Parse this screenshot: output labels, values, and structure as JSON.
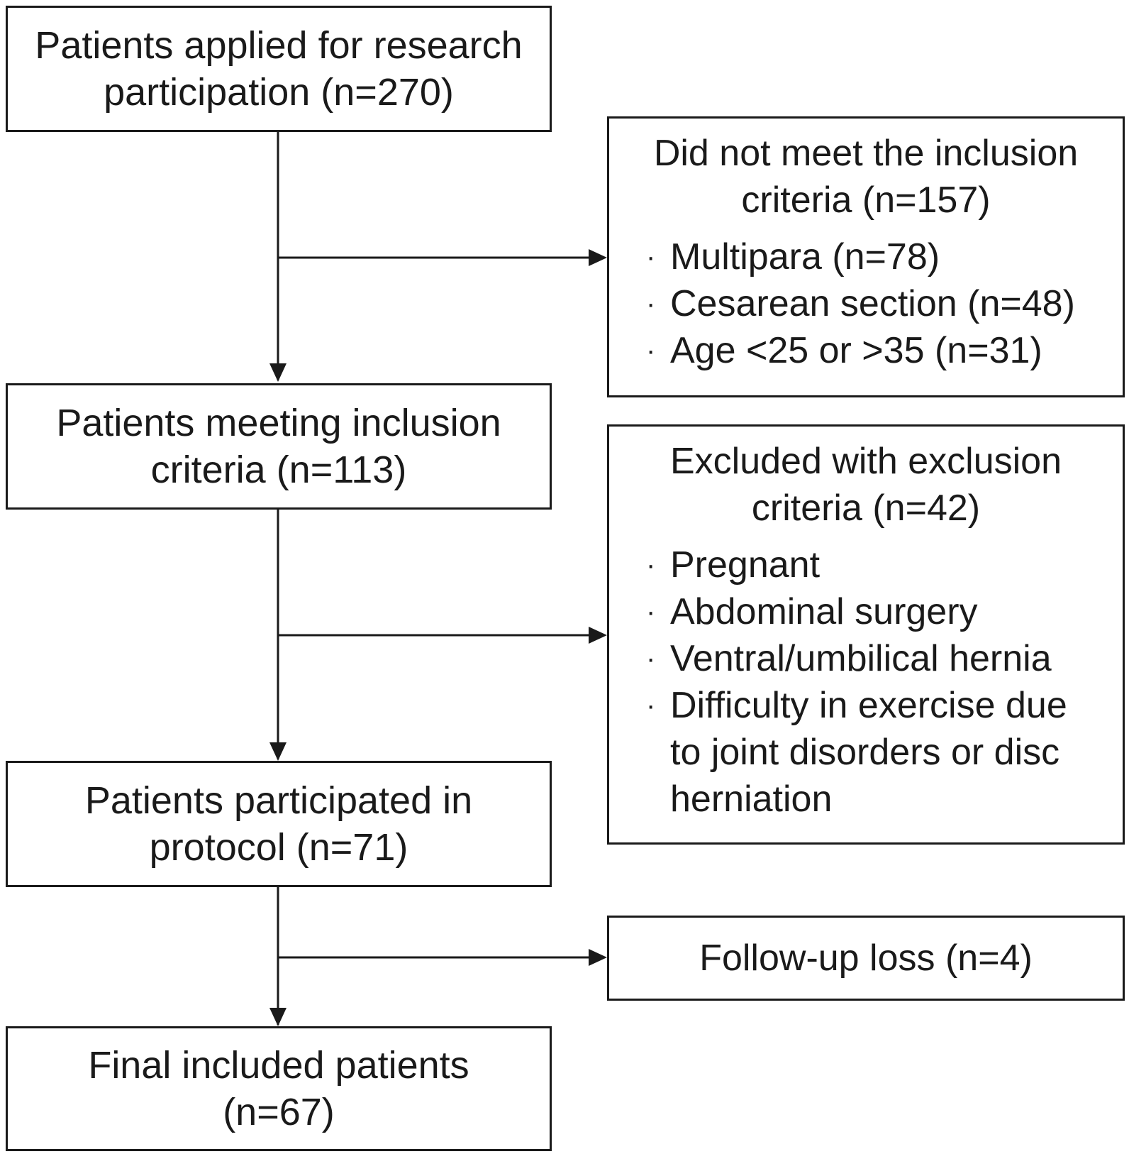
{
  "flow": {
    "main_boxes": [
      {
        "line1": "Patients applied for research",
        "line2": "participation (n=270)"
      },
      {
        "line1": "Patients meeting inclusion",
        "line2": "criteria (n=113)"
      },
      {
        "line1": "Patients participated in",
        "line2": "protocol (n=71)"
      },
      {
        "line1": "Final included patients",
        "line2": "(n=67)"
      }
    ],
    "side_boxes": [
      {
        "line1": "Did not meet the inclusion",
        "line2": "criteria (n=157)",
        "items": [
          "Multipara (n=78)",
          "Cesarean section (n=48)",
          "Age <25 or >35 (n=31)"
        ]
      },
      {
        "line1": "Excluded with exclusion",
        "line2": "criteria (n=42)",
        "items": [
          "Pregnant",
          "Abdominal surgery",
          "Ventral/umbilical hernia",
          "Difficulty in exercise due to joint disorders or disc herniation"
        ]
      },
      {
        "line1": "Follow-up loss (n=4)"
      }
    ],
    "bullet_symbol": "·"
  }
}
